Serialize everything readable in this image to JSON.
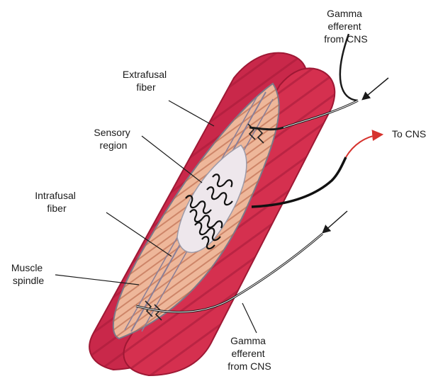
{
  "labels": {
    "extrafusal_1": "Extrafusal",
    "extrafusal_2": "fiber",
    "sensory_1": "Sensory",
    "sensory_2": "region",
    "intrafusal_1": "Intrafusal",
    "intrafusal_2": "fiber",
    "spindle_1": "Muscle",
    "spindle_2": "spindle",
    "gamma_top_1": "Gamma",
    "gamma_top_2": "efferent",
    "gamma_top_3": "from CNS",
    "to_cns": "To CNS",
    "gamma_bottom_1": "Gamma",
    "gamma_bottom_2": "efferent",
    "gamma_bottom_3": "from CNS"
  },
  "colors": {
    "muscle": "#d5304f",
    "muscle_dark": "#9e1834",
    "muscle_stripe": "#b5223f",
    "spindle": "#e9ab8b",
    "intrafusal": "#e28a6a",
    "sensory": "#eee7ec",
    "nerve": "#1a1a1a",
    "afferent": "#d6332e"
  }
}
